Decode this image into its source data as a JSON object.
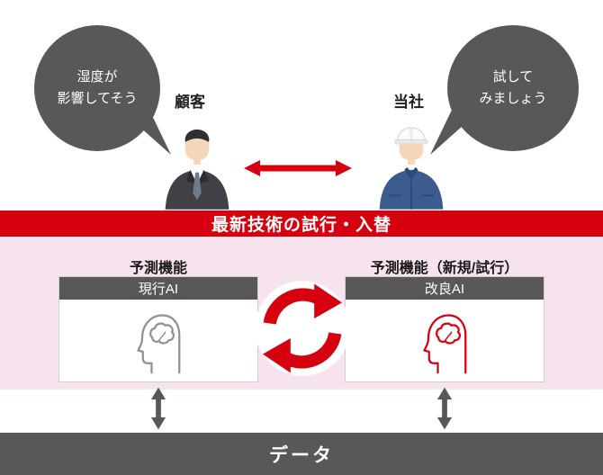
{
  "conversation": {
    "customer_bubble": "湿度が\n影響してそう",
    "customer_label": "顧客",
    "company_label": "当社",
    "company_bubble": "試して\nみましょう"
  },
  "banner": {
    "title": "最新技術の試行・入替"
  },
  "panel": {
    "current": {
      "caption": "予測機能",
      "header": "現行AI"
    },
    "improved": {
      "caption": "予測機能（新規/試行）",
      "header": "改良AI"
    }
  },
  "footer": {
    "label": "データ"
  },
  "colors": {
    "accent_red": "#d7000f",
    "dark_gray": "#595757",
    "panel_pink": "#f7e3ee",
    "uniform_blue": "#3c5c8f",
    "current_ai_gray": "#919191"
  }
}
